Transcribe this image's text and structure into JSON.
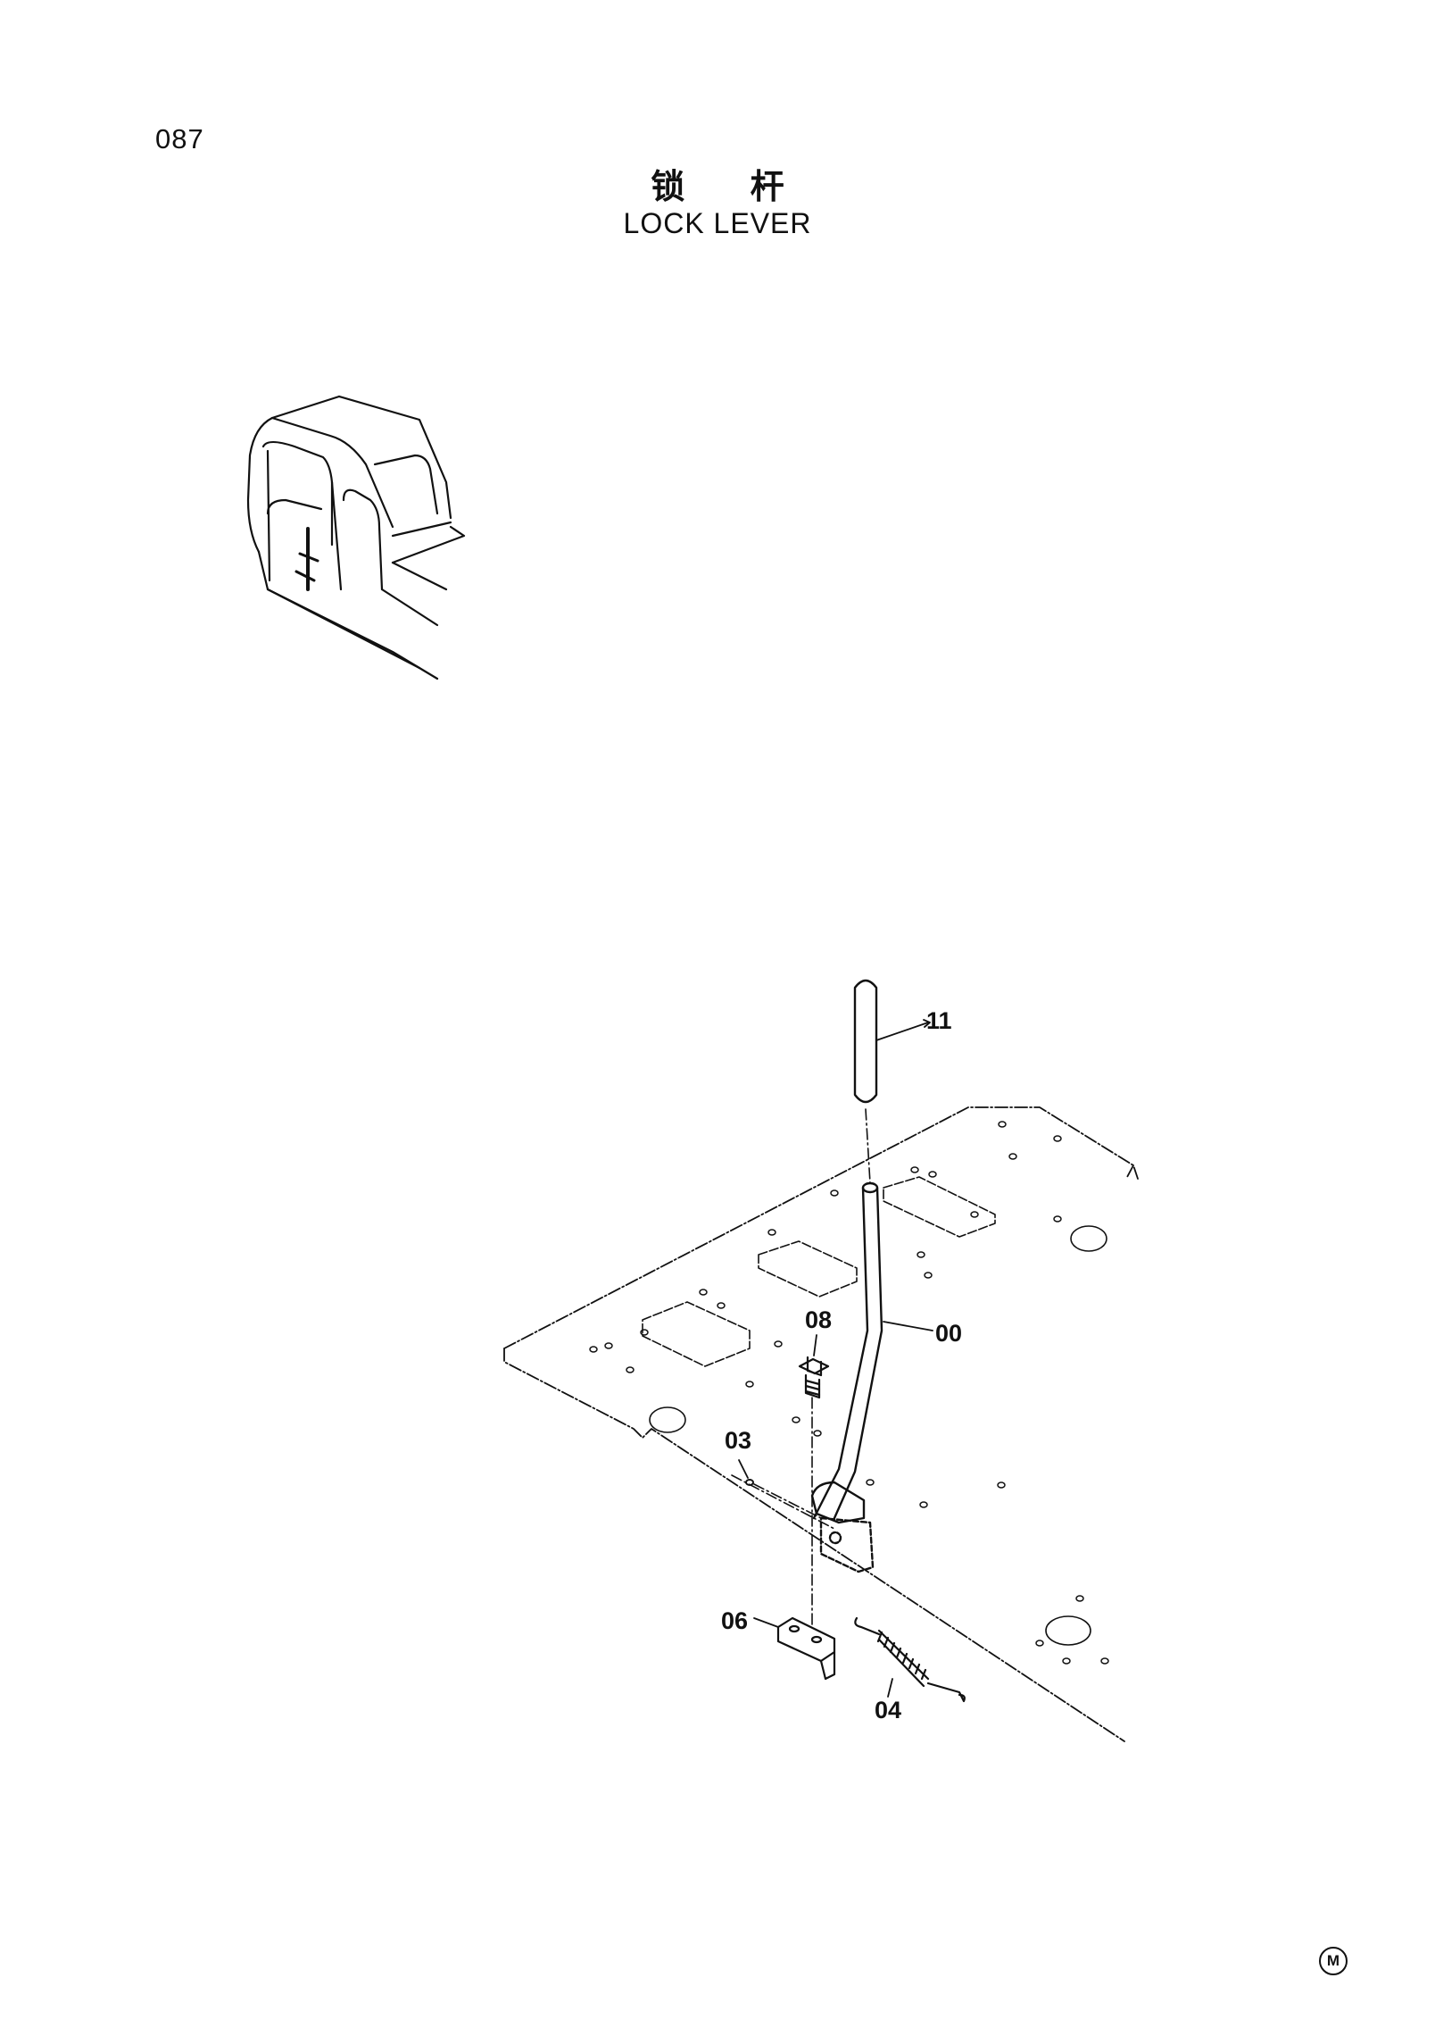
{
  "page": {
    "number": "087"
  },
  "title": {
    "zh": "锁 杆",
    "en": "LOCK LEVER"
  },
  "callouts": [
    {
      "id": "11",
      "label": "11"
    },
    {
      "id": "08",
      "label": "08"
    },
    {
      "id": "00",
      "label": "00"
    },
    {
      "id": "03",
      "label": "03"
    },
    {
      "id": "06",
      "label": "06"
    },
    {
      "id": "04",
      "label": "04"
    }
  ],
  "marks": {
    "corner": "M"
  }
}
